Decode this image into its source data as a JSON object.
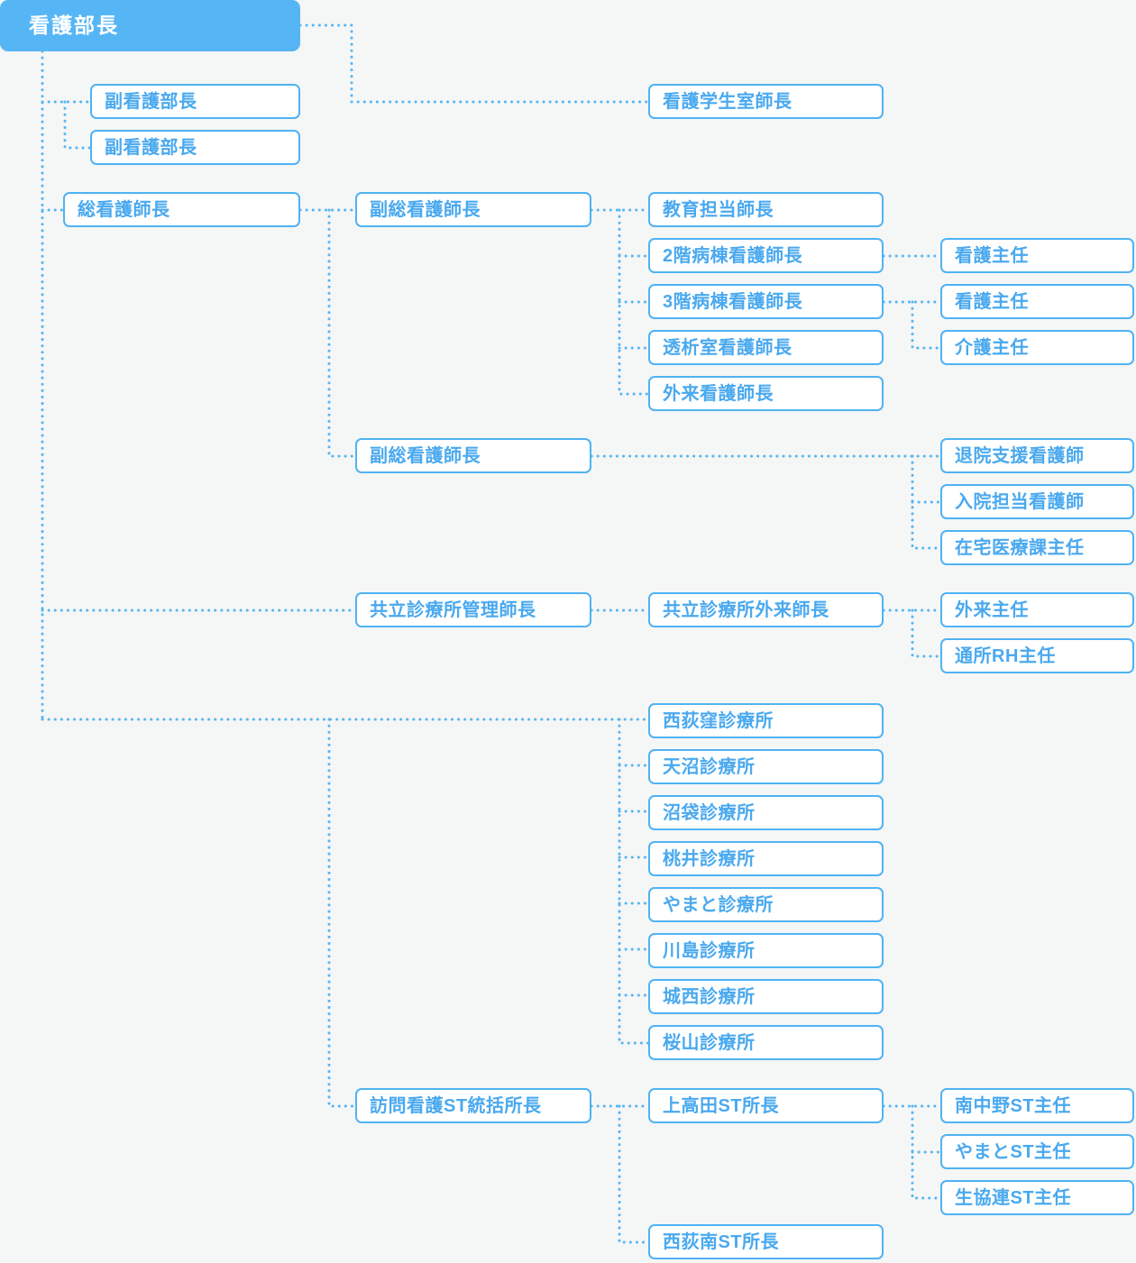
{
  "meta": {
    "title": "看護部 組織図",
    "accent_color": "#4fb3f2",
    "root_fill_color": "#56b6f5",
    "text_color": "#4aa9ef",
    "background_color": "#f5f6f6",
    "line_color": "#55b6f4"
  },
  "nodes": {
    "root": {
      "label": "看護部長"
    },
    "fuku_kangobucho_1": {
      "label": "副看護部長"
    },
    "fuku_kangobucho_2": {
      "label": "副看護部長"
    },
    "sou_kangoshicho": {
      "label": "総看護師長"
    },
    "kango_gakuseishitsu_shicho": {
      "label": "看護学生室師長"
    },
    "fuku_sou_kangoshicho_1": {
      "label": "副総看護師長"
    },
    "fuku_sou_kangoshicho_2": {
      "label": "副総看護師長"
    },
    "kyoiku_tanto_shicho": {
      "label": "教育担当師長"
    },
    "byoto_2f_shicho": {
      "label": "2階病棟看護師長"
    },
    "byoto_3f_shicho": {
      "label": "3階病棟看護師長"
    },
    "toseki_shicho": {
      "label": "透析室看護師長"
    },
    "gairai_shicho": {
      "label": "外来看護師長"
    },
    "kango_shunin_1": {
      "label": "看護主任"
    },
    "kango_shunin_2": {
      "label": "看護主任"
    },
    "kaigo_shunin": {
      "label": "介護主任"
    },
    "taiin_shien_kangoshi": {
      "label": "退院支援看護師"
    },
    "nyuin_tanto_kangoshi": {
      "label": "入院担当看護師"
    },
    "zaitaku_iryoka_shunin": {
      "label": "在宅医療課主任"
    },
    "kyoritsu_kanri_shicho": {
      "label": "共立診療所管理師長"
    },
    "kyoritsu_gairai_shicho": {
      "label": "共立診療所外来師長"
    },
    "gairai_shunin": {
      "label": "外来主任"
    },
    "tsusho_rh_shunin": {
      "label": "通所RH主任"
    },
    "clinic_nishiogikubo": {
      "label": "西荻窪診療所"
    },
    "clinic_amanuma": {
      "label": "天沼診療所"
    },
    "clinic_numabukuro": {
      "label": "沼袋診療所"
    },
    "clinic_momoi": {
      "label": "桃井診療所"
    },
    "clinic_yamato": {
      "label": "やまと診療所"
    },
    "clinic_kawashima": {
      "label": "川島診療所"
    },
    "clinic_josai": {
      "label": "城西診療所"
    },
    "clinic_sakurayama": {
      "label": "桜山診療所"
    },
    "homon_kango_st_tokatsu": {
      "label": "訪問看護ST統括所長"
    },
    "st_kamitakada": {
      "label": "上高田ST所長"
    },
    "st_nishiogiminami": {
      "label": "西荻南ST所長"
    },
    "st_shunin_minaminakano": {
      "label": "南中野ST主任"
    },
    "st_shunin_yamato": {
      "label": "やまとST主任"
    },
    "st_shunin_seikyoren": {
      "label": "生協連ST主任"
    }
  }
}
